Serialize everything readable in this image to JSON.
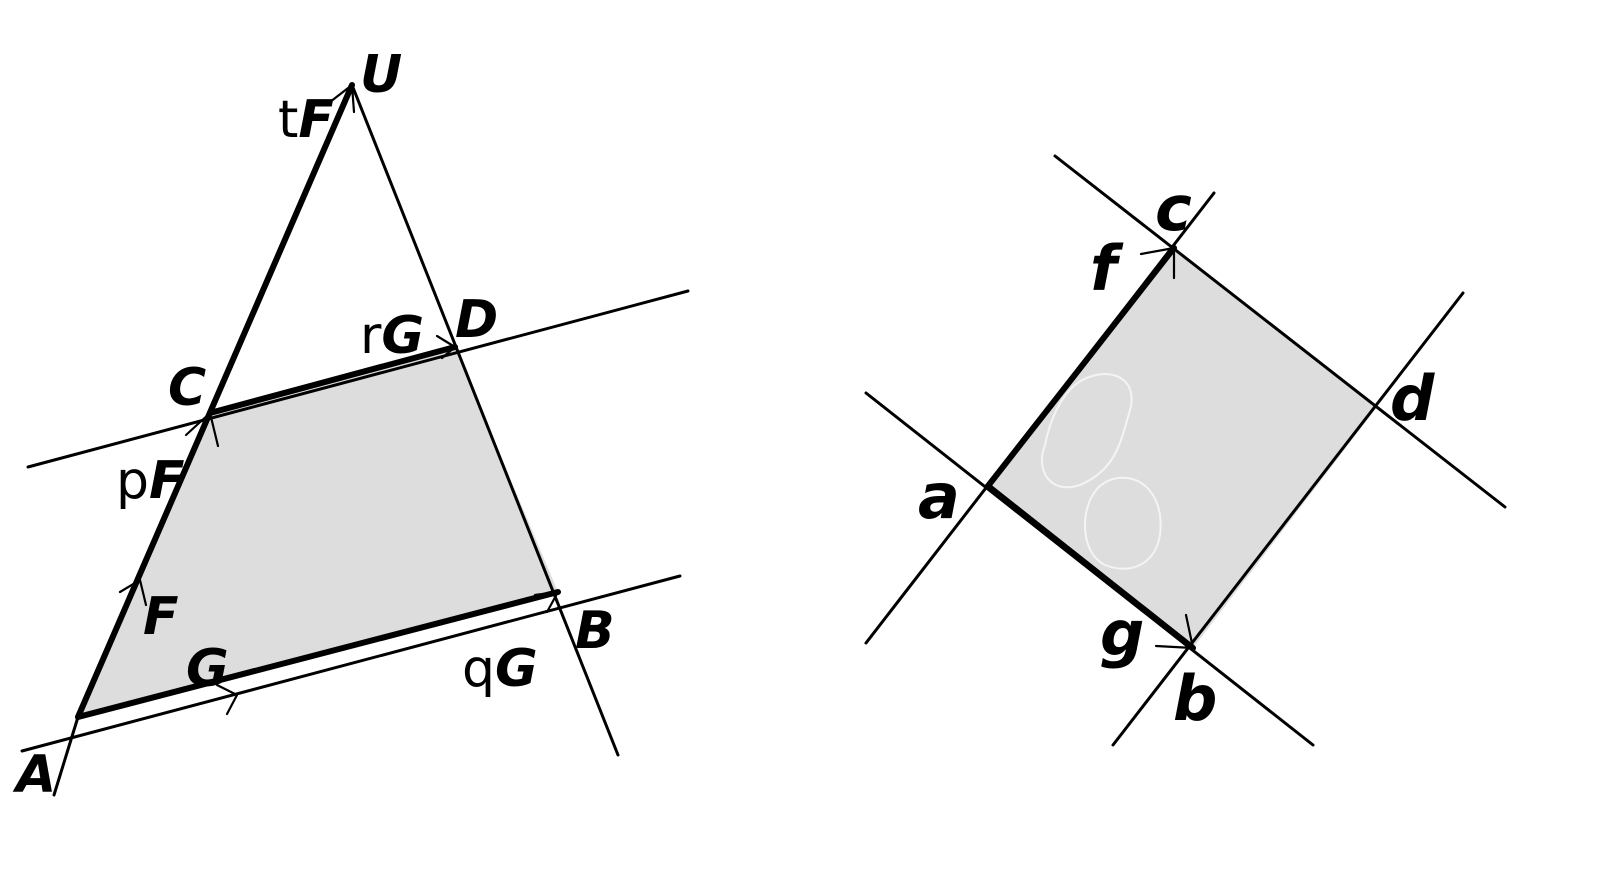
{
  "left_figure": {
    "points": {
      "A": "A",
      "B": "B",
      "C": "C",
      "D": "D",
      "U": "U",
      "F": "F",
      "G": "G"
    },
    "vector_labels": {
      "tF": {
        "coef": "t",
        "vec": "F"
      },
      "pF": {
        "coef": "p",
        "vec": "F"
      },
      "rG": {
        "coef": "r",
        "vec": "G"
      },
      "qG": {
        "coef": "q",
        "vec": "G"
      }
    }
  },
  "right_figure": {
    "points": {
      "a": "a",
      "b": "b",
      "c": "c",
      "d": "d"
    },
    "vectors": {
      "f": "f",
      "g": "g"
    }
  },
  "colors": {
    "shade": "#dddddd",
    "stroke": "#000000"
  }
}
